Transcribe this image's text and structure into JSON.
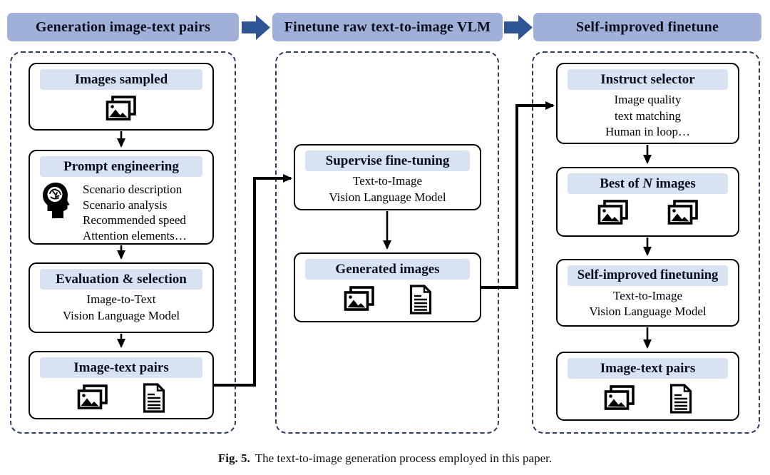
{
  "colors": {
    "banner_fill": "#a0b0d8",
    "flow_arrow_blue": "#2e5496",
    "title_pill_fill": "#d9e2f3",
    "dashed_panel_border": "#2f3a5f",
    "node_border": "#000000"
  },
  "icon_names": [
    "photos-icon",
    "document-icon",
    "brain-icon",
    "flow-arrow-icon",
    "connector-arrow"
  ],
  "headers": [
    {
      "label": "Generation image-text pairs"
    },
    {
      "label": "Finetune raw text-to-image VLM"
    },
    {
      "label": "Self-improved finetune"
    }
  ],
  "columns": [
    {
      "boxes": [
        {
          "title": "Images sampled",
          "icons": [
            "photos"
          ]
        },
        {
          "title": "Prompt engineering",
          "icon": "brain",
          "lines": [
            "Scenario description",
            "Scenario analysis",
            "Recommended speed",
            "Attention elements…"
          ]
        },
        {
          "title": "Evaluation & selection",
          "lines": [
            "Image-to-Text",
            "Vision Language Model"
          ]
        },
        {
          "title": "Image-text pairs",
          "icons": [
            "photos",
            "document"
          ]
        }
      ]
    },
    {
      "boxes": [
        {
          "title": "Supervise fine-tuning",
          "lines": [
            "Text-to-Image",
            "Vision Language Model"
          ]
        },
        {
          "title": "Generated images",
          "icons": [
            "photos",
            "document"
          ]
        }
      ]
    },
    {
      "boxes": [
        {
          "title": "Instruct selector",
          "lines": [
            "Image quality",
            "text matching",
            "Human in loop…"
          ]
        },
        {
          "title_pre": "Best of ",
          "title_italic": "N",
          "title_post": " images",
          "icons": [
            "photos",
            "photos"
          ]
        },
        {
          "title": "Self-improved finetuning",
          "lines": [
            "Text-to-Image",
            "Vision Language Model"
          ]
        },
        {
          "title": "Image-text pairs",
          "icons": [
            "photos",
            "document"
          ]
        }
      ]
    }
  ],
  "caption": {
    "label": "Fig. 5.",
    "text": "The text-to-image generation process employed in this paper."
  }
}
